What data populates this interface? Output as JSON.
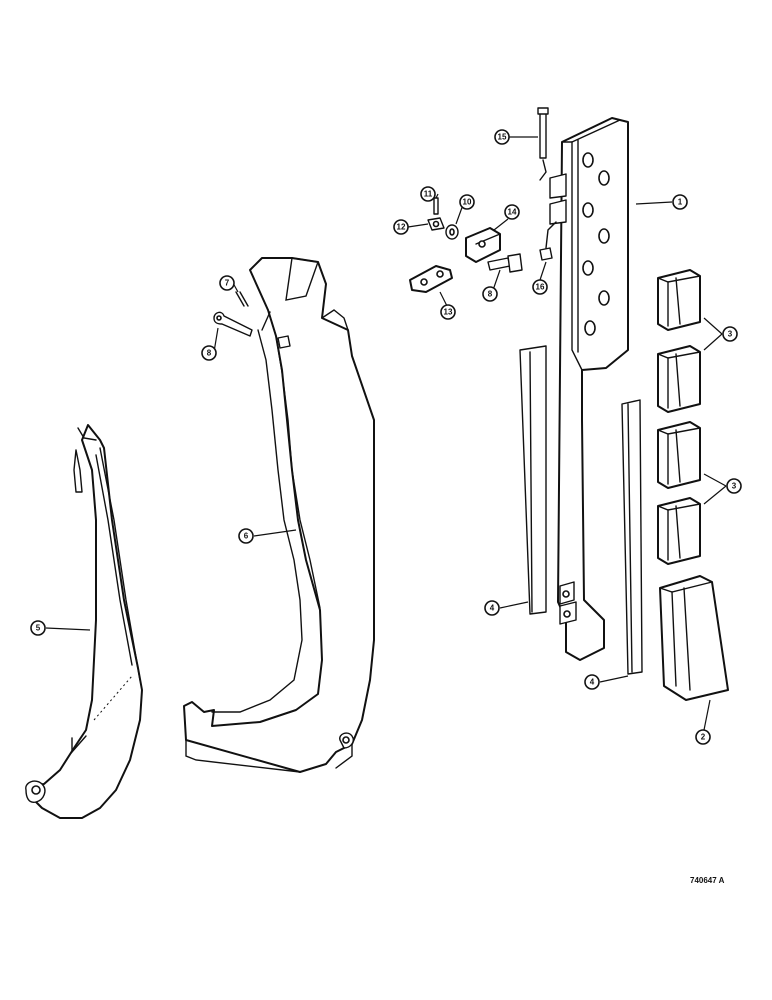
{
  "drawing_number": "740647 A",
  "callouts": {
    "c1": "1",
    "c2": "2",
    "c3a": "3",
    "c3b": "3",
    "c4a": "4",
    "c4b": "4",
    "c5": "5",
    "c6": "6",
    "c7": "7",
    "c8a": "8",
    "c8b": "8",
    "c10": "10",
    "c11": "11",
    "c12": "12",
    "c13": "13",
    "c14": "14",
    "c15": "15",
    "c16": "16"
  }
}
